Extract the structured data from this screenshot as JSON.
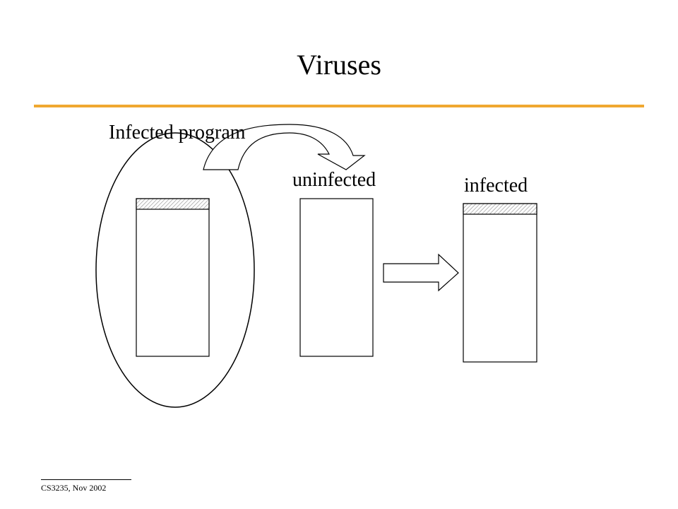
{
  "slide": {
    "title": "Viruses",
    "title_rule_color": "#f0a830"
  },
  "diagram": {
    "labels": {
      "infected_program": "Infected program",
      "uninfected": "uninfected",
      "infected": "infected"
    },
    "icons": {
      "curved_arrow": "curved-arrow-icon",
      "block_arrow": "right-arrow-icon"
    }
  },
  "footer": {
    "text": "CS3235, Nov 2002"
  }
}
